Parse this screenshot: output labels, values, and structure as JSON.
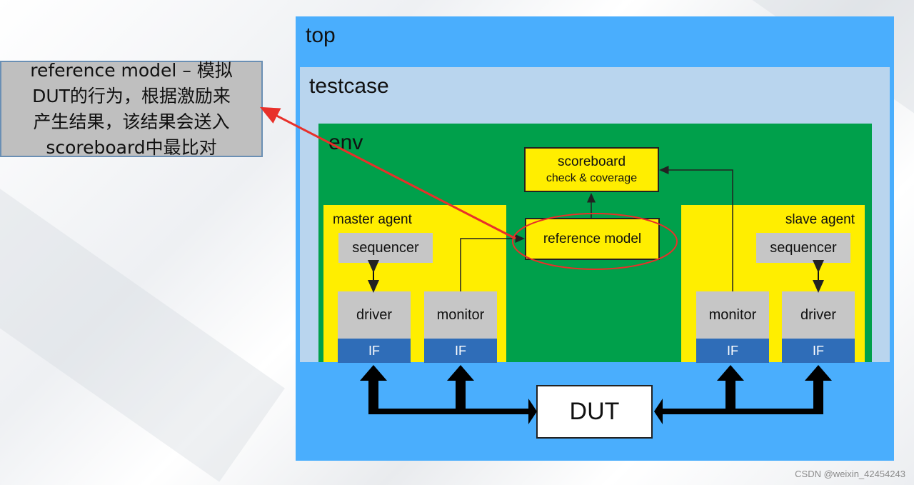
{
  "callout": {
    "line1": "reference model – 模拟",
    "line2": "DUT的行为，根据激励来",
    "line3": "产生结果，该结果会送入",
    "line4": "scoreboard中最比对"
  },
  "diagram": {
    "top_label": "top",
    "testcase_label": "testcase",
    "env_label": "env",
    "scoreboard_title": "scoreboard",
    "scoreboard_subtitle": "check & coverage",
    "reference_model": "reference model",
    "master_agent": {
      "label": "master agent",
      "sequencer": "sequencer",
      "driver": "driver",
      "monitor": "monitor",
      "driver_if": "IF",
      "monitor_if": "IF"
    },
    "slave_agent": {
      "label": "slave agent",
      "sequencer": "sequencer",
      "driver": "driver",
      "monitor": "monitor",
      "driver_if": "IF",
      "monitor_if": "IF"
    },
    "dut": "DUT"
  },
  "colors": {
    "top": "#4aaefd",
    "testcase": "#b9d5ee",
    "env": "#00a04b",
    "agent": "#ffee00",
    "component": "#c6c6c6",
    "interface": "#2f6db8",
    "highlight": "#e8302a"
  },
  "watermark": "CSDN @weixin_42454243"
}
